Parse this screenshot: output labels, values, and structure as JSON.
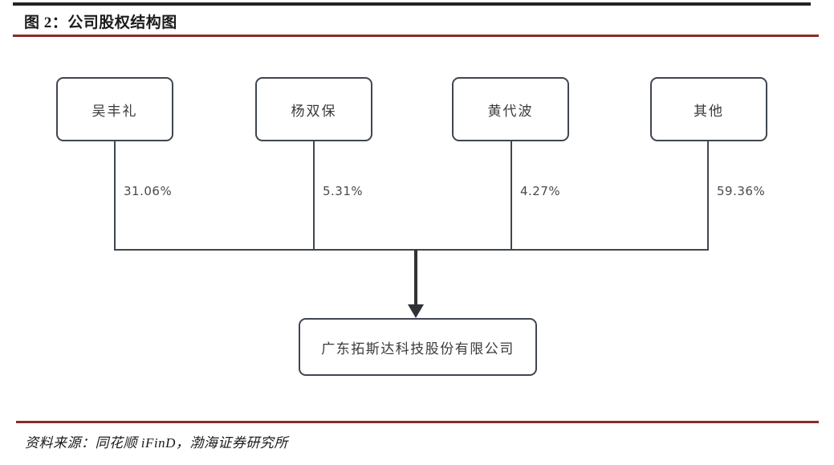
{
  "header": {
    "title": "图 2：公司股权结构图",
    "rule_color_top": "#232323",
    "rule_color_accent": "#8b2a27"
  },
  "chart_data": {
    "type": "diagram",
    "title": "图 2：公司股权结构图",
    "subtype": "ownership-structure",
    "shareholders": [
      {
        "name": "吴丰礼",
        "stake_label": "31.06%",
        "stake_value": 31.06
      },
      {
        "name": "杨双保",
        "stake_label": "5.31%",
        "stake_value": 5.31
      },
      {
        "name": "黄代波",
        "stake_label": "4.27%",
        "stake_value": 4.27
      },
      {
        "name": "其他",
        "stake_label": "59.36%",
        "stake_value": 59.36
      }
    ],
    "target_company": "广东拓斯达科技股份有限公司",
    "edge_direction": "shareholders-to-company",
    "node_border_color": "#3f4650",
    "connector_color": "#3f4650"
  },
  "footer": {
    "source": "资料来源：同花顺 iFinD，渤海证券研究所"
  }
}
